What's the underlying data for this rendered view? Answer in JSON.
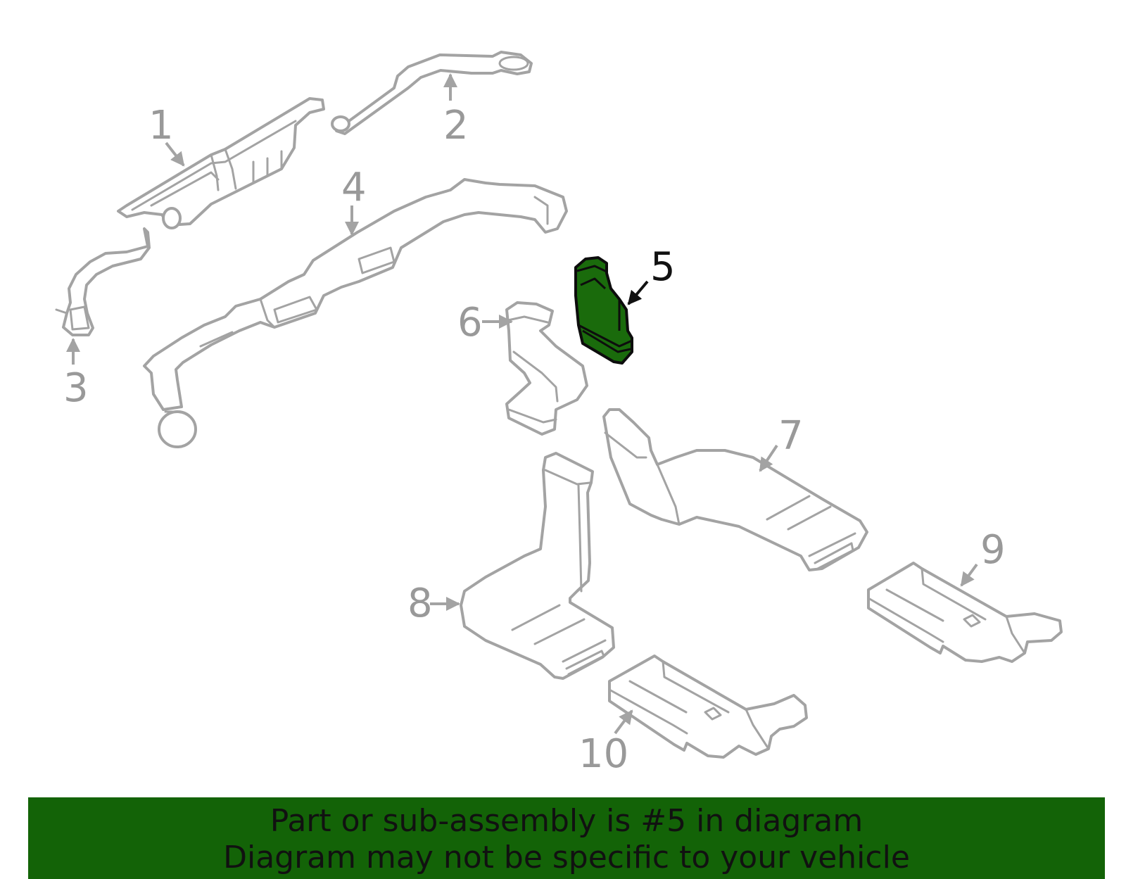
{
  "callouts": {
    "c1": "1",
    "c2": "2",
    "c3": "3",
    "c4": "4",
    "c5": "5",
    "c6": "6",
    "c7": "7",
    "c8": "8",
    "c9": "9",
    "c10": "10"
  },
  "highlighted_part": "5",
  "colors": {
    "highlight_fill": "#1a6b0c",
    "part_stroke": "#a3a3a3",
    "banner_bg": "#136307"
  },
  "banner": {
    "line1": "Part or sub-assembly is #5 in diagram",
    "line2": "Diagram may not be specific to your vehicle"
  }
}
